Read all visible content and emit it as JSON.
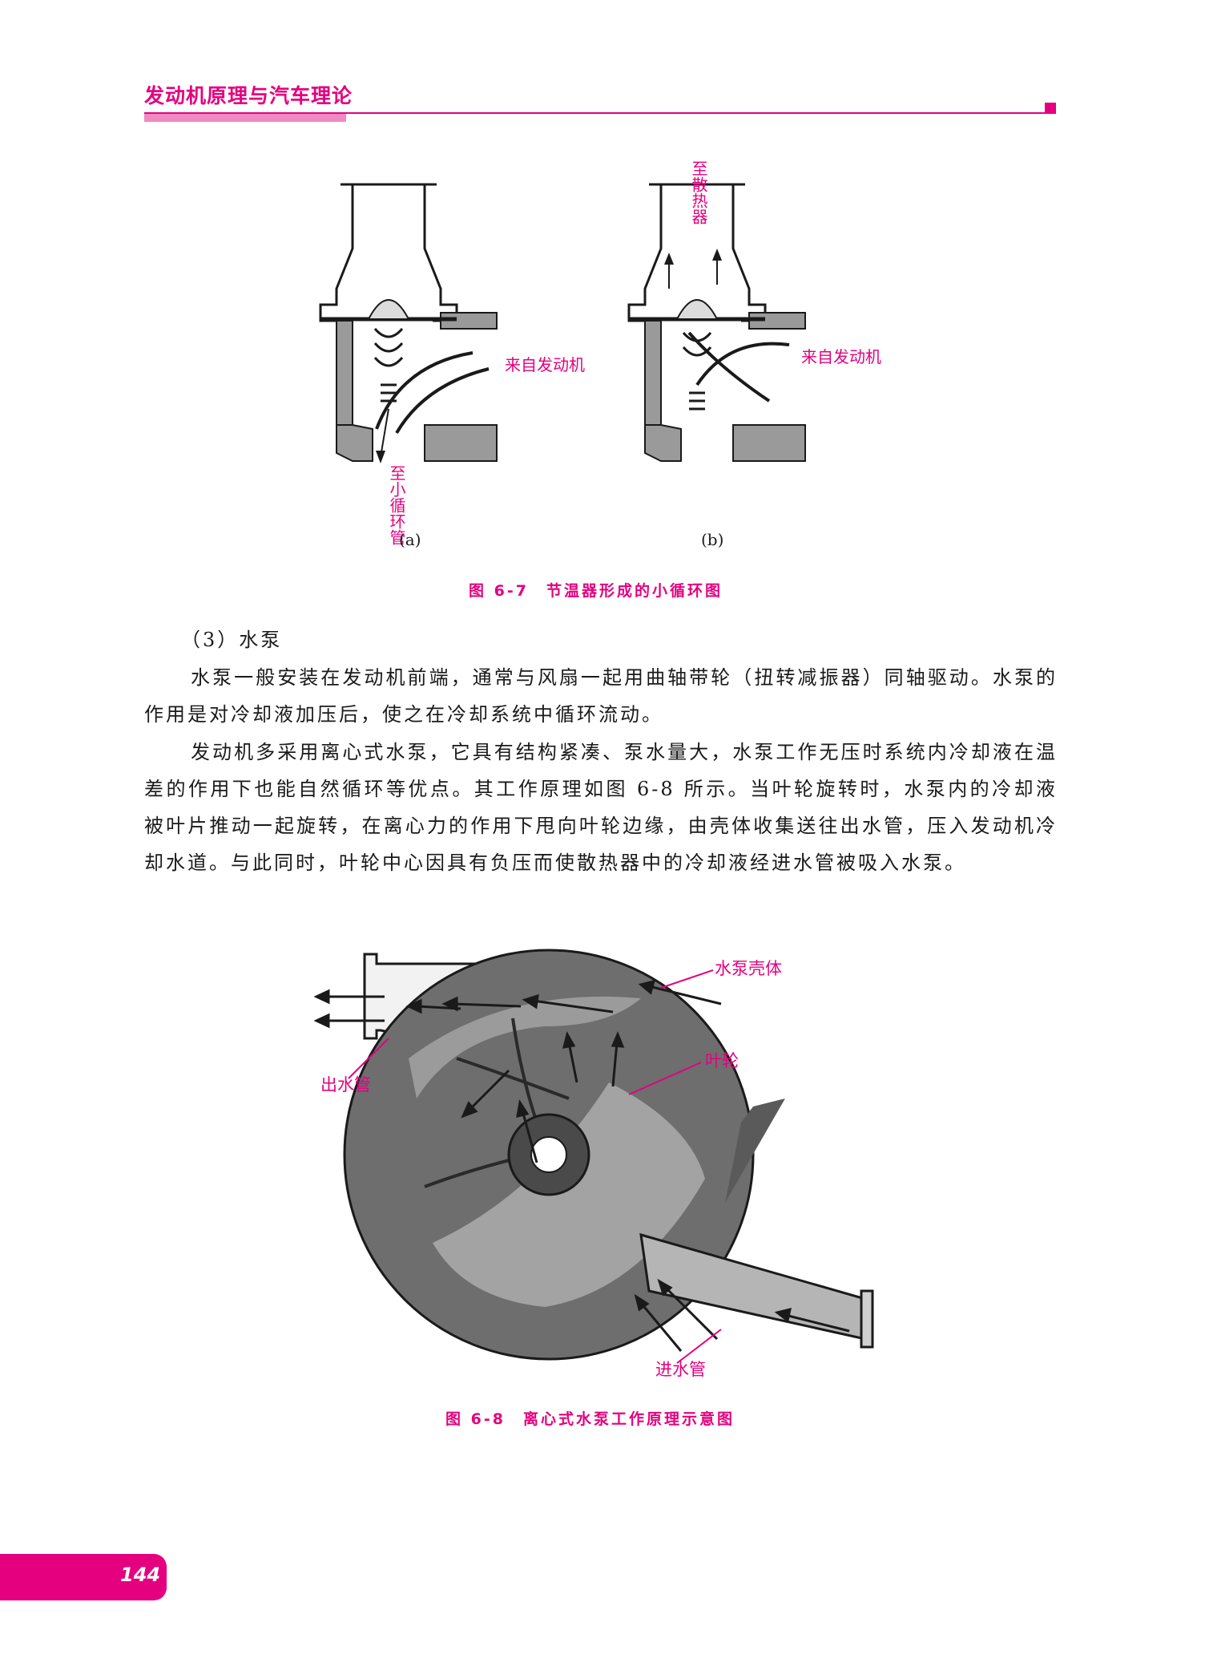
{
  "header": {
    "book_title": "发动机原理与汽车理论"
  },
  "figure_6_7": {
    "labels": {
      "to_small_loop": "至小循环管",
      "from_engine_a": "来自发动机",
      "to_radiator": "至散热器",
      "from_engine_b": "来自发动机",
      "sub_a": "(a)",
      "sub_b": "(b)"
    },
    "caption": "图 6-7　节温器形成的小循环图"
  },
  "section": {
    "heading": "（3）水泵",
    "paragraph1": "水泵一般安装在发动机前端，通常与风扇一起用曲轴带轮（扭转减振器）同轴驱动。水泵的作用是对冷却液加压后，使之在冷却系统中循环流动。",
    "paragraph2": "发动机多采用离心式水泵，它具有结构紧凑、泵水量大，水泵工作无压时系统内冷却液在温差的作用下也能自然循环等优点。其工作原理如图 6-8 所示。当叶轮旋转时，水泵内的冷却液被叶片推动一起旋转，在离心力的作用下甩向叶轮边缘，由壳体收集送往出水管，压入发动机冷却水道。与此同时，叶轮中心因具有负压而使散热器中的冷却液经进水管被吸入水泵。"
  },
  "figure_6_8": {
    "labels": {
      "pump_housing": "水泵壳体",
      "impeller": "叶轮",
      "outlet_pipe": "出水管",
      "inlet_pipe": "进水管"
    },
    "caption": "图 6-8　离心式水泵工作原理示意图"
  },
  "footer": {
    "page_number": "144"
  },
  "colors": {
    "accent": "#e4007f",
    "accent_light": "#f08ac3"
  }
}
